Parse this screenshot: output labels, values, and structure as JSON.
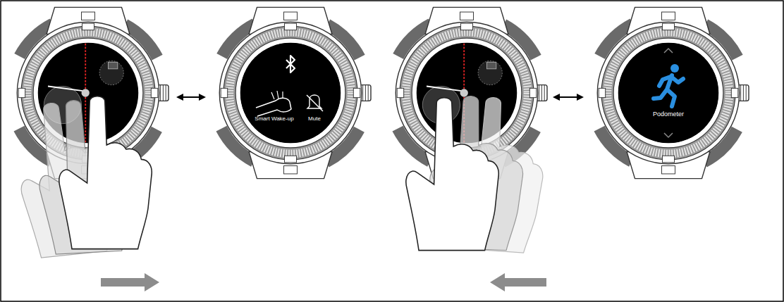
{
  "diagram": {
    "nodes": [
      {
        "text": [
          "Smart Wake-up",
          "Mute"
        ]
      },
      {
        "text": [
          "Podometer"
        ]
      }
    ]
  }
}
